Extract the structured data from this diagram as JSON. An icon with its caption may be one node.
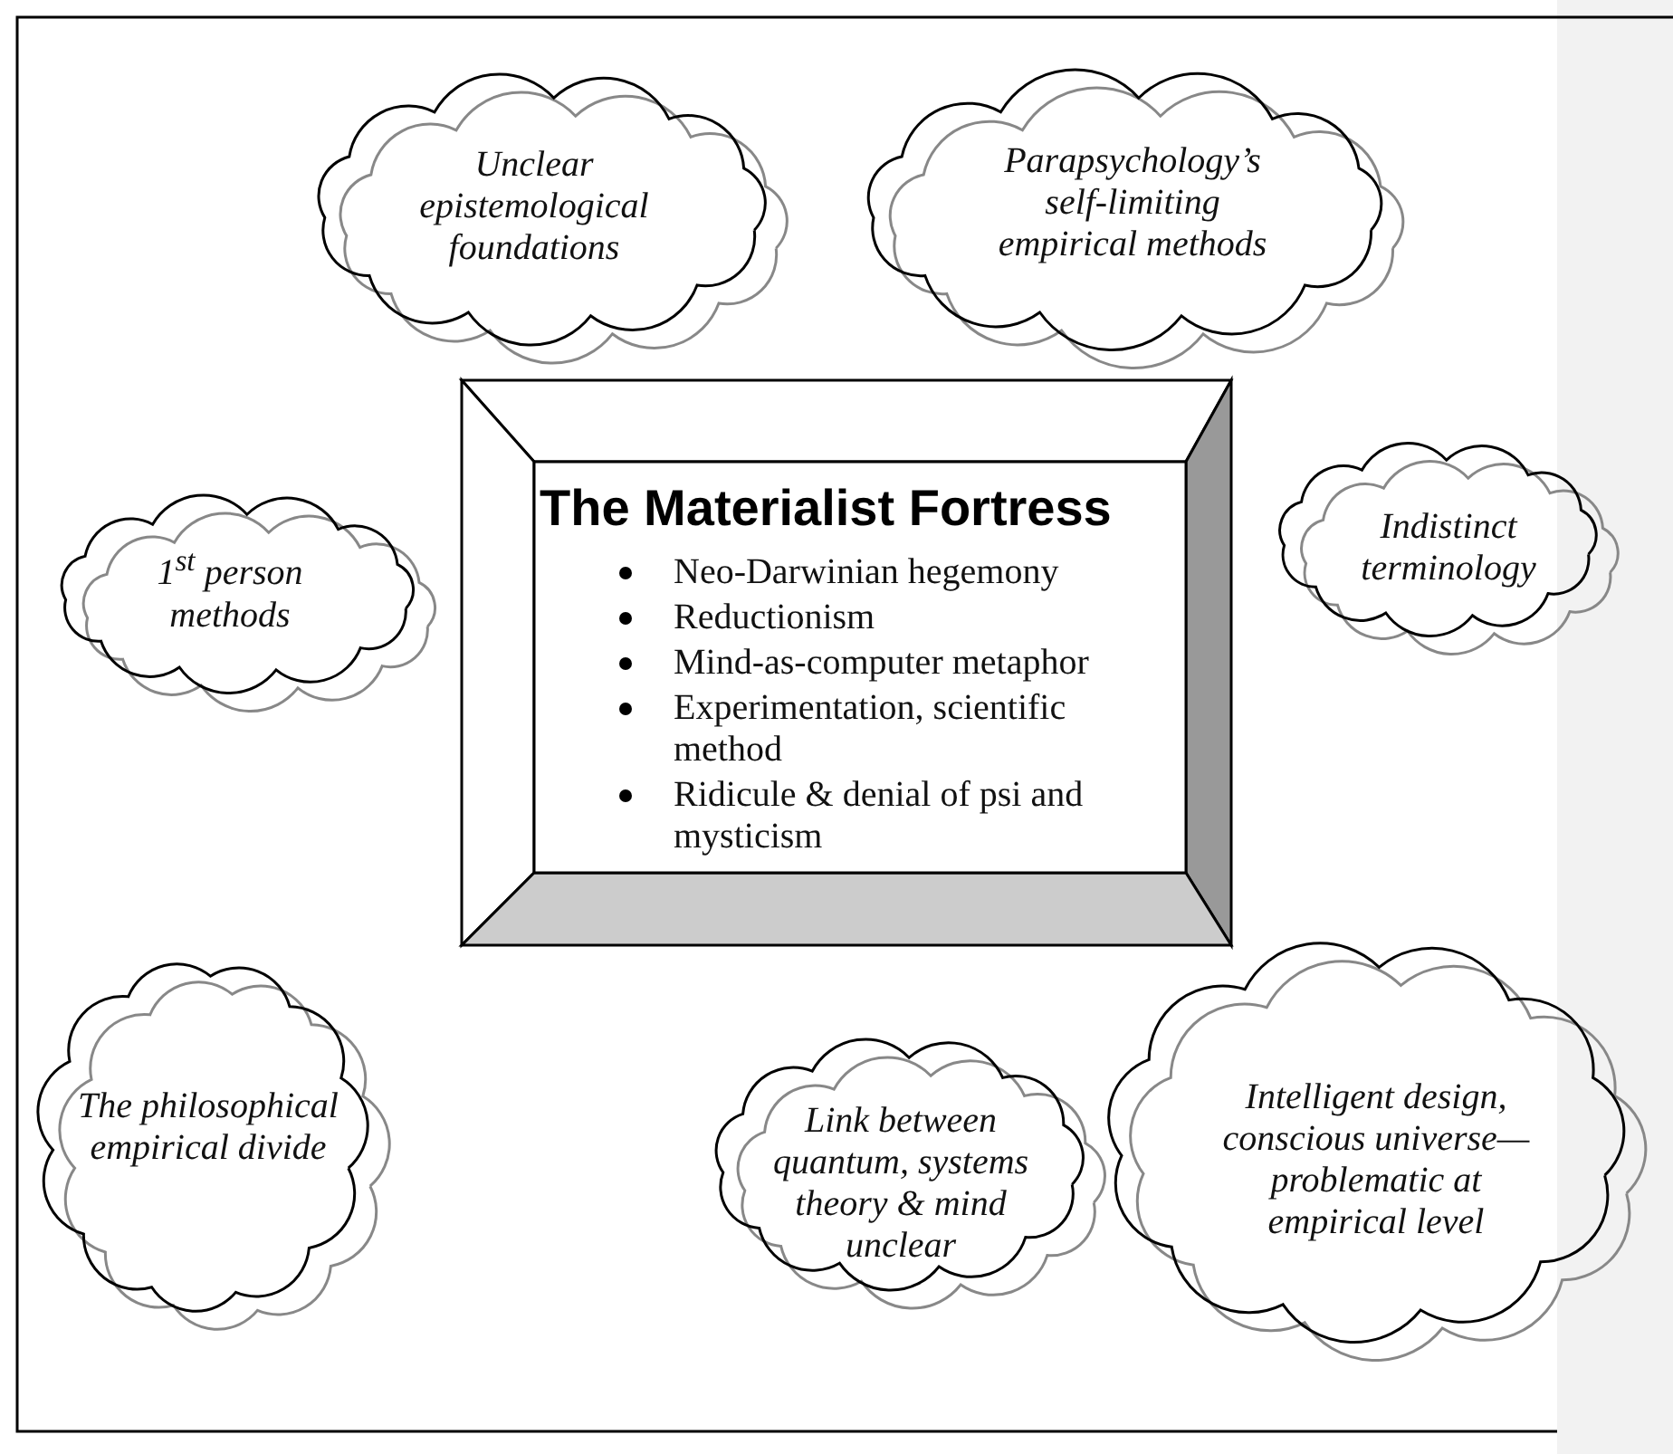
{
  "diagram": {
    "nodes": [
      {
        "text": [
          "Unclear epistemological foundations"
        ]
      },
      {
        "text": [
          "Parapsychology’s self-limiting empirical methods"
        ]
      },
      {
        "text": [
          "The Materialist Fortress",
          "Neo-Darwinian hegemony",
          "Reductionism",
          "Mind-as-computer metaphor",
          "Experimentation, scientific method",
          "Ridicule & denial of psi and mysticism"
        ]
      },
      {
        "text": [
          "1$^{st}$ person methods"
        ]
      },
      {
        "text": [
          "Indistinct terminology"
        ]
      },
      {
        "text": [
          "The philosophical empirical divide"
        ]
      },
      {
        "text": [
          "Link between quantum, systems theory & mind unclear"
        ]
      },
      {
        "text": [
          "Intelligent design, conscious universe—problematic at empirical level"
        ]
      }
    ]
  }
}
